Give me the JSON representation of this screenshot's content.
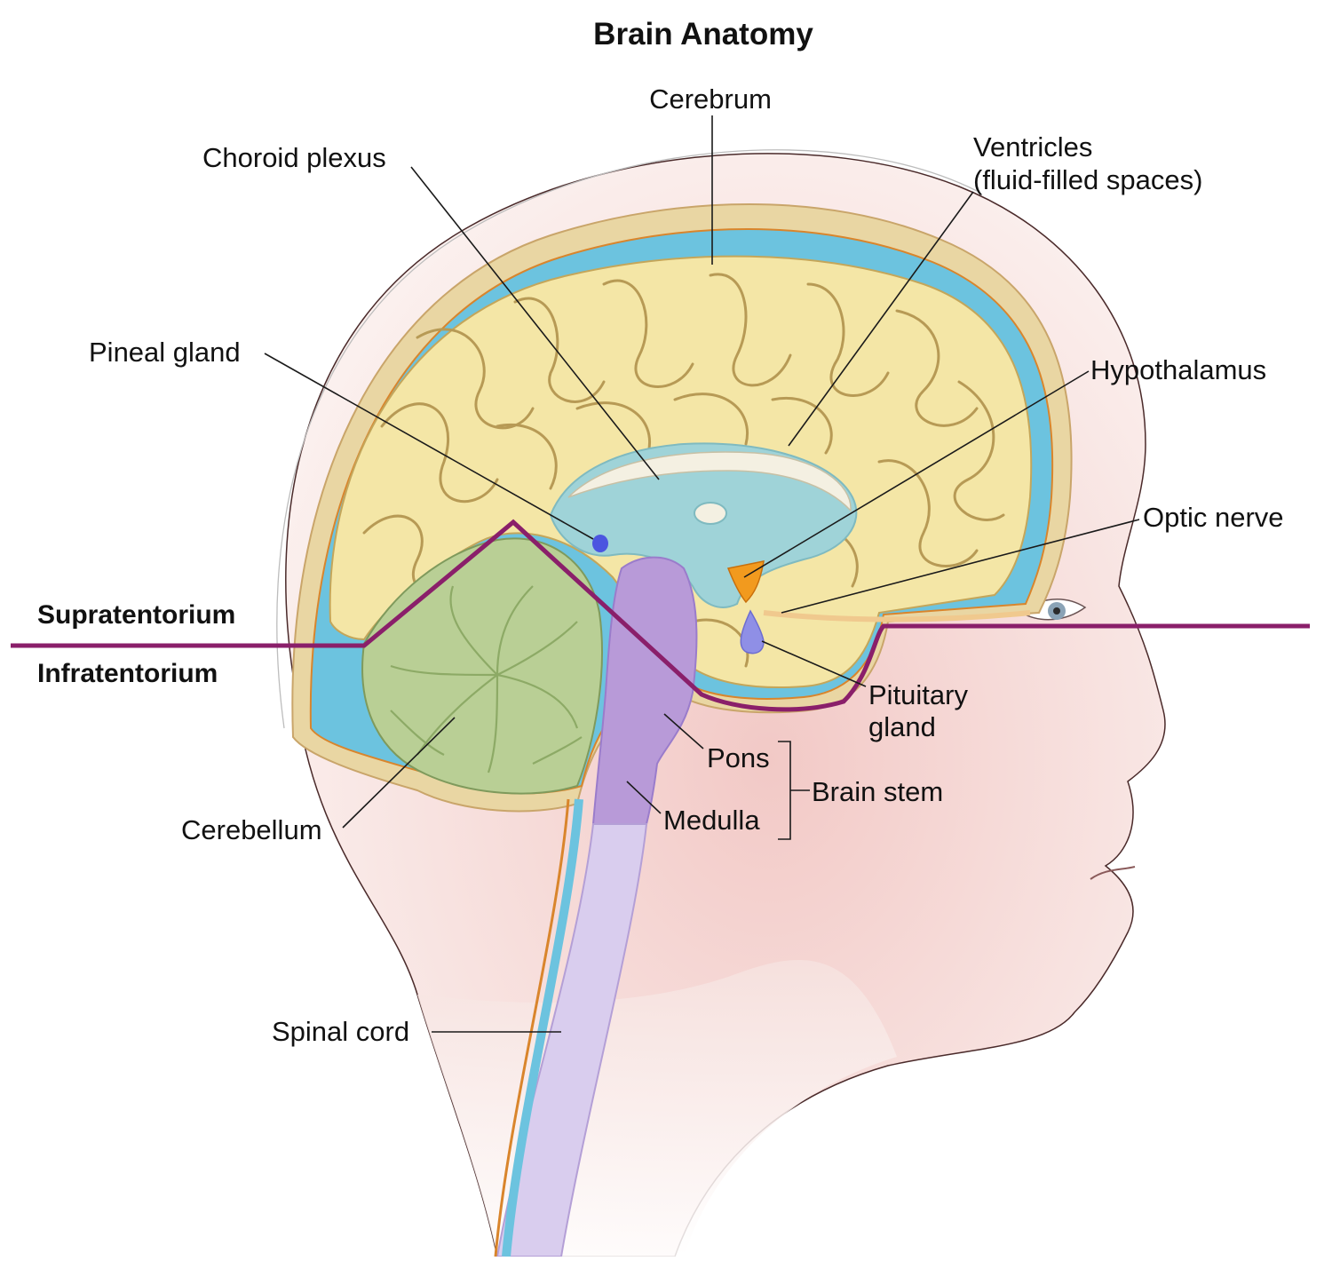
{
  "title": "Brain Anatomy",
  "labels": {
    "cerebrum": "Cerebrum",
    "choroid_plexus": "Choroid plexus",
    "ventricles_line1": "Ventricles",
    "ventricles_line2": "(fluid-filled spaces)",
    "pineal_gland": "Pineal gland",
    "hypothalamus": "Hypothalamus",
    "optic_nerve": "Optic nerve",
    "pituitary_line1": "Pituitary",
    "pituitary_line2": "gland",
    "pons": "Pons",
    "brain_stem": "Brain stem",
    "medulla": "Medulla",
    "cerebellum": "Cerebellum",
    "spinal_cord": "Spinal cord"
  },
  "zones": {
    "upper": "Supratentorium",
    "lower": "Infratentorium"
  },
  "colors": {
    "cerebrum": "#f4e6a6",
    "cerebellum": "#b9cf95",
    "ventricles": "#9fd3d8",
    "brain_stem": "#b89ad8",
    "spinal_cord": "#d9cdee",
    "hypothalamus": "#f29a1e",
    "pineal_gland": "#4b55e0",
    "pituitary_gland": "#8f8fe6",
    "tentorium_line": "#8a1f6a",
    "skull": "#e9d6a3",
    "csf_layer": "#6cc3df",
    "skin": "#f3dcd8"
  }
}
